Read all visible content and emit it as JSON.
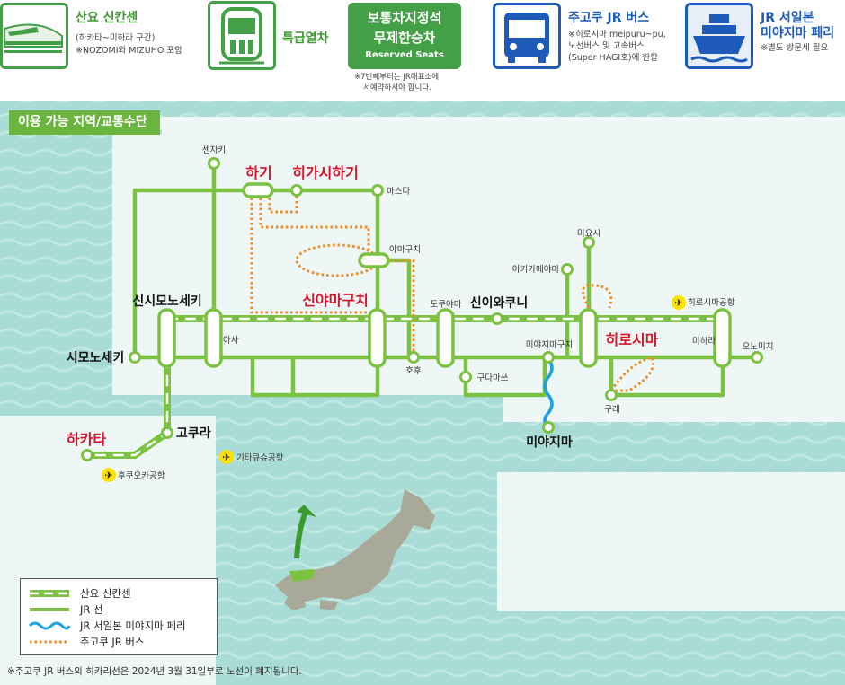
{
  "header": {
    "shinkansen": {
      "title": "산요 신칸센",
      "sub1": "(하카타~미하라 구간)",
      "sub2": "※NOZOMI와 MIZUHO 포함"
    },
    "limited_express": {
      "title": "특급열차"
    },
    "reserved": {
      "line1": "보통차지정석",
      "line2": "무제한승차",
      "line3": "Reserved Seats",
      "note1": "※7번째부터는 JR매표소에",
      "note2": "서예약하셔야 합니다."
    },
    "bus": {
      "title": "주고쿠 JR 버스",
      "sub1": "※히로시마 meipuru~pu,",
      "sub2": "노선버스 및 고속버스",
      "sub3": "(Super HAGI호)에 한함"
    },
    "ferry": {
      "title1": "JR 서일본",
      "title2": "미야지마 페리",
      "sub1": "※별도 방문세 필요"
    }
  },
  "banner": {
    "label": "이용 가능 지역/교통수단"
  },
  "stations": {
    "senzaki": "센자키",
    "hagi": "하기",
    "higashihagi": "히가시하기",
    "masuda": "마스다",
    "yamaguchi": "야마구치",
    "shinyamaguchi": "신야마구치",
    "tokuyama": "도쿠야마",
    "shiniwakuni": "신이와쿠니",
    "miyoshi": "미요시",
    "akikameyama": "아키카메야마",
    "hiroshima_airport": "히로시마공항",
    "shinshimonoseki": "신시모노세키",
    "asa": "아사",
    "shimonoseki": "시모노세키",
    "hofu": "호후",
    "kudamatsu": "구다마쓰",
    "miyajimaguchi": "미야지마구치",
    "hiroshima": "히로시마",
    "mihara": "미하라",
    "onomichi": "오노미치",
    "kure": "구레",
    "miyajima": "미야지마",
    "kokura": "고쿠라",
    "hakata": "하카타",
    "kitakyushu_airport": "기타큐슈공항",
    "fukuoka_airport": "후쿠오카공항"
  },
  "legend": {
    "shinkansen": "산요 신칸센",
    "jr_line": "JR 선",
    "ferry": "JR 서일본 미야지마 페리",
    "bus": "주고쿠 JR 버스"
  },
  "footnote": "※주고쿠 JR 버스의 히카리선은 2024년 3월 31일부로 노선이 폐지됩니다.",
  "colors": {
    "jr_green": "#7cc242",
    "header_green": "#43a047",
    "ferry_blue": "#1aa3e0",
    "bus_orange": "#f08a24",
    "sea": "#a9dcd6",
    "red_label": "#d7142a"
  }
}
